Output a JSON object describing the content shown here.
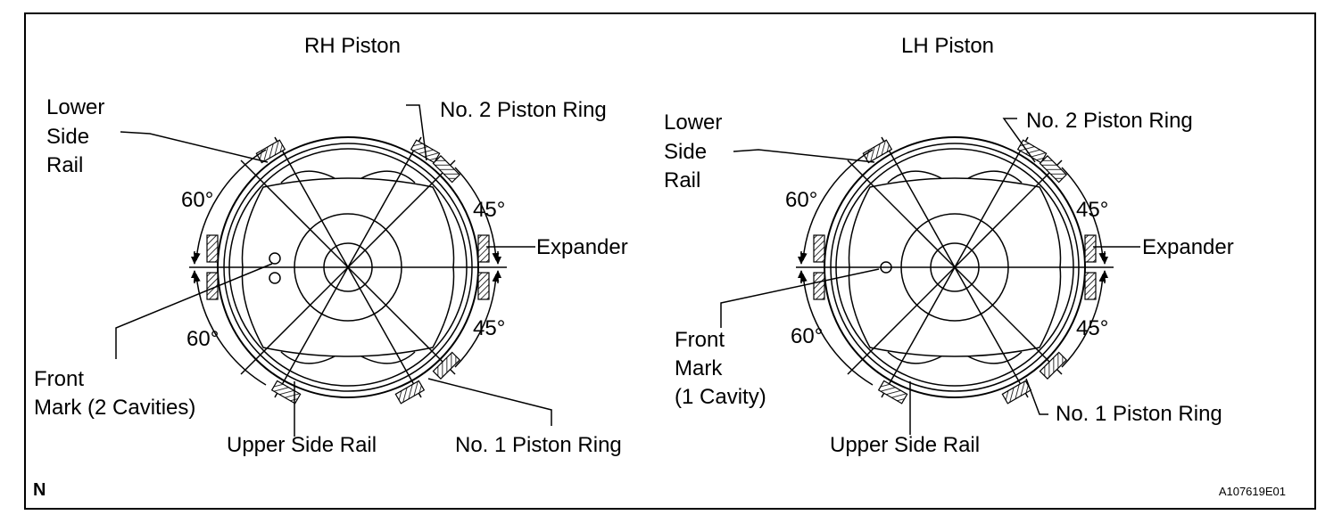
{
  "figure": {
    "rh": {
      "title": "RH Piston",
      "lower_side_rail": [
        "Lower",
        "Side",
        "Rail"
      ],
      "no2_ring": "No. 2 Piston Ring",
      "angle_top_left": "60°",
      "angle_top_right": "45°",
      "expander": "Expander",
      "angle_bottom_left": "60°",
      "angle_bottom_right": "45°",
      "front_mark": [
        "Front",
        "Mark (2 Cavities)"
      ],
      "upper_side_rail": "Upper Side Rail",
      "no1_ring": "No. 1 Piston Ring"
    },
    "lh": {
      "title": "LH Piston",
      "lower_side_rail": [
        "Lower",
        "Side",
        "Rail"
      ],
      "no2_ring": "No. 2 Piston Ring",
      "angle_top_left": "60°",
      "angle_top_right": "45°",
      "expander": "Expander",
      "angle_bottom_left": "60°",
      "angle_bottom_right": "45°",
      "front_mark": [
        "Front",
        "Mark",
        "(1 Cavity)"
      ],
      "upper_side_rail": "Upper Side Rail",
      "no1_ring": "No. 1 Piston Ring"
    },
    "corner_mark": "N",
    "figure_code": "A107619E01"
  }
}
